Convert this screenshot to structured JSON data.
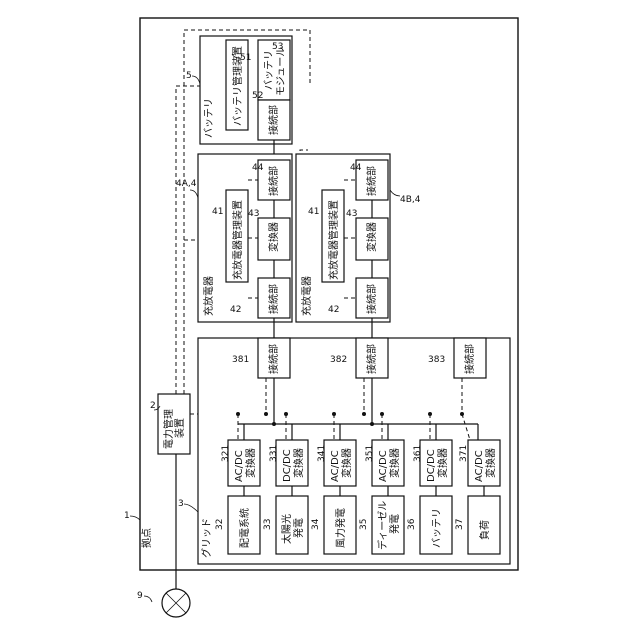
{
  "site": {
    "ref": "1",
    "label": "拠点"
  },
  "external": {
    "ref": "9"
  },
  "grid": {
    "ref": "3",
    "label": "グリッド"
  },
  "pms": {
    "ref": "2",
    "lines": [
      "電力管理",
      "装置"
    ]
  },
  "sources": [
    {
      "ref": "32",
      "lines": [
        "配電系統"
      ]
    },
    {
      "ref": "33",
      "lines": [
        "太陽光",
        "発電"
      ]
    },
    {
      "ref": "34",
      "lines": [
        "風力発電"
      ]
    },
    {
      "ref": "35",
      "lines": [
        "ディーゼル",
        "発電"
      ]
    },
    {
      "ref": "36",
      "lines": [
        "バッテリ"
      ]
    },
    {
      "ref": "37",
      "lines": [
        "負荷"
      ]
    }
  ],
  "converters": [
    {
      "ref": "321",
      "lines": [
        "AC/DC",
        "変換器"
      ]
    },
    {
      "ref": "331",
      "lines": [
        "DC/DC",
        "変換器"
      ]
    },
    {
      "ref": "341",
      "lines": [
        "AC/DC",
        "変換器"
      ]
    },
    {
      "ref": "351",
      "lines": [
        "AC/DC",
        "変換器"
      ]
    },
    {
      "ref": "361",
      "lines": [
        "DC/DC",
        "変換器"
      ]
    },
    {
      "ref": "371",
      "lines": [
        "AC/DC",
        "変換器"
      ]
    }
  ],
  "grid_connectors": [
    {
      "ref": "381",
      "label": "接続部"
    },
    {
      "ref": "382",
      "label": "接続部"
    },
    {
      "ref": "383",
      "label": "接続部"
    }
  ],
  "chargers": [
    {
      "ref": "4A,4",
      "title": "充放電器",
      "manager": {
        "ref": "41",
        "label": "充放電器管理装置"
      },
      "converter": {
        "ref": "43",
        "label": "変換器"
      },
      "left_connector": {
        "ref": "42",
        "label": "接続部"
      },
      "right_connector": {
        "ref": "44",
        "label": "接続部"
      }
    },
    {
      "ref": "4B,4",
      "title": "充放電器",
      "manager": {
        "ref": "41",
        "label": "充放電器管理装置"
      },
      "converter": {
        "ref": "43",
        "label": "変換器"
      },
      "left_connector": {
        "ref": "42",
        "label": "接続部"
      },
      "right_connector": {
        "ref": "44",
        "label": "接続部"
      }
    }
  ],
  "battery": {
    "ref": "5",
    "title": "バッテリ",
    "manager": {
      "ref": "51",
      "label": "バッテリ管理装置"
    },
    "connector": {
      "ref": "52",
      "label": "接続部"
    },
    "module": {
      "ref": "53",
      "lines": [
        "バッテリ",
        "モジュール"
      ]
    }
  }
}
